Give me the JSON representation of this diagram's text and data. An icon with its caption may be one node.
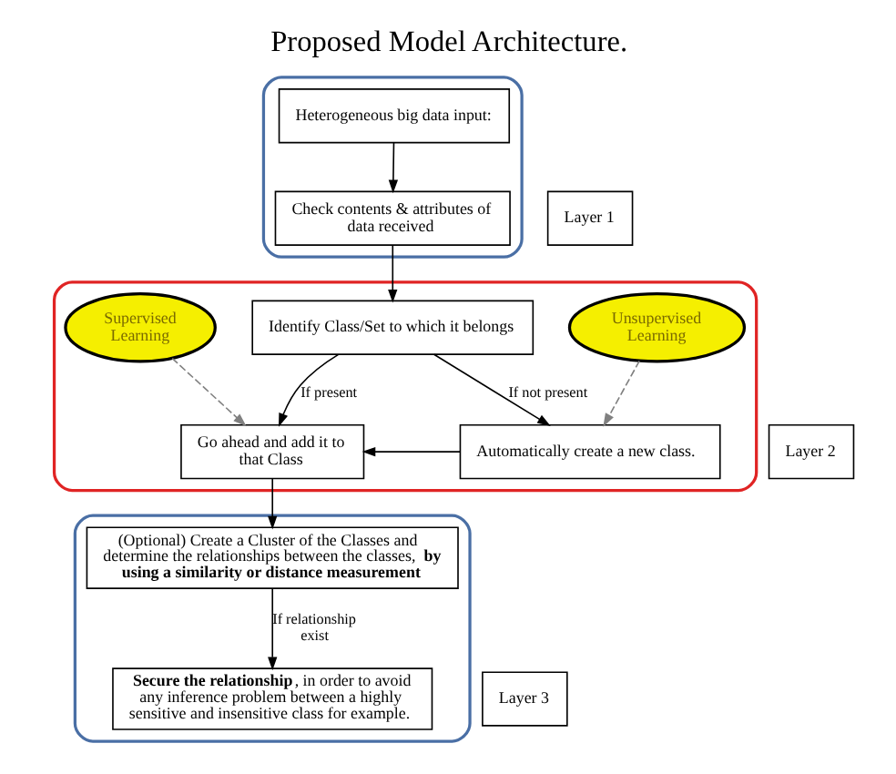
{
  "diagram": {
    "title": "Proposed Model Architecture.",
    "nodes": [
      {
        "text": [],
        "shape": "ellipse"
      },
      {
        "text": [
          "Heterogeneous big data input:"
        ],
        "in": 0
      },
      {
        "text": [
          "Check contents & attributes of data received"
        ],
        "in": 0
      },
      {
        "text": [
          "Layer 1"
        ]
      },
      {
        "text": [],
        "shape": "ellipse"
      },
      {
        "text": [
          "Identify Class/Set to which it belongs"
        ],
        "in": 4
      },
      {
        "text": [
          "Supervised Learning"
        ],
        "in": 4
      },
      {
        "text": [
          "Go ahead and add it to that Class"
        ],
        "in": 4
      },
      {
        "text": [
          "Unsupervised Learning"
        ],
        "in": 4
      },
      {
        "text": [
          "Automatically create a new class."
        ],
        "in": 4
      },
      {
        "text": [
          "Layer 2"
        ]
      },
      {
        "text": [],
        "shape": "ellipse"
      },
      {
        "text": [
          "(Optional) Create a Cluster of the Classes and determine the relationships between the classes, **by using a similarity or distance measurement**"
        ],
        "in": 11
      },
      {
        "text": [
          "**Secure the relationship**, in order to avoid any inference problem between a highly sensitive and insensitive class for example."
        ],
        "in": 11
      },
      {
        "text": [
          "Layer 3"
        ]
      }
    ],
    "edges": [
      {
        "from": 1,
        "to": 2,
        "arrow": "to"
      },
      {
        "from": 2,
        "to": 5,
        "arrow": "to"
      },
      {
        "from": 5,
        "to": 7,
        "arrow": "to",
        "label": "If present"
      },
      {
        "from": 5,
        "to": 9,
        "arrow": "to",
        "label": "If not present"
      },
      {
        "from": 6,
        "to": 7,
        "arrow": "to",
        "style": "dashed",
        "color": "#808080"
      },
      {
        "from": 8,
        "to": 9,
        "arrow": "to",
        "style": "dashed",
        "color": "#808080"
      },
      {
        "from": 9,
        "to": 7,
        "arrow": "to"
      },
      {
        "from": 7,
        "to": 12,
        "arrow": "to"
      },
      {
        "from": 12,
        "to": 13,
        "arrow": "to",
        "label": "If relationship exist"
      }
    ]
  }
}
